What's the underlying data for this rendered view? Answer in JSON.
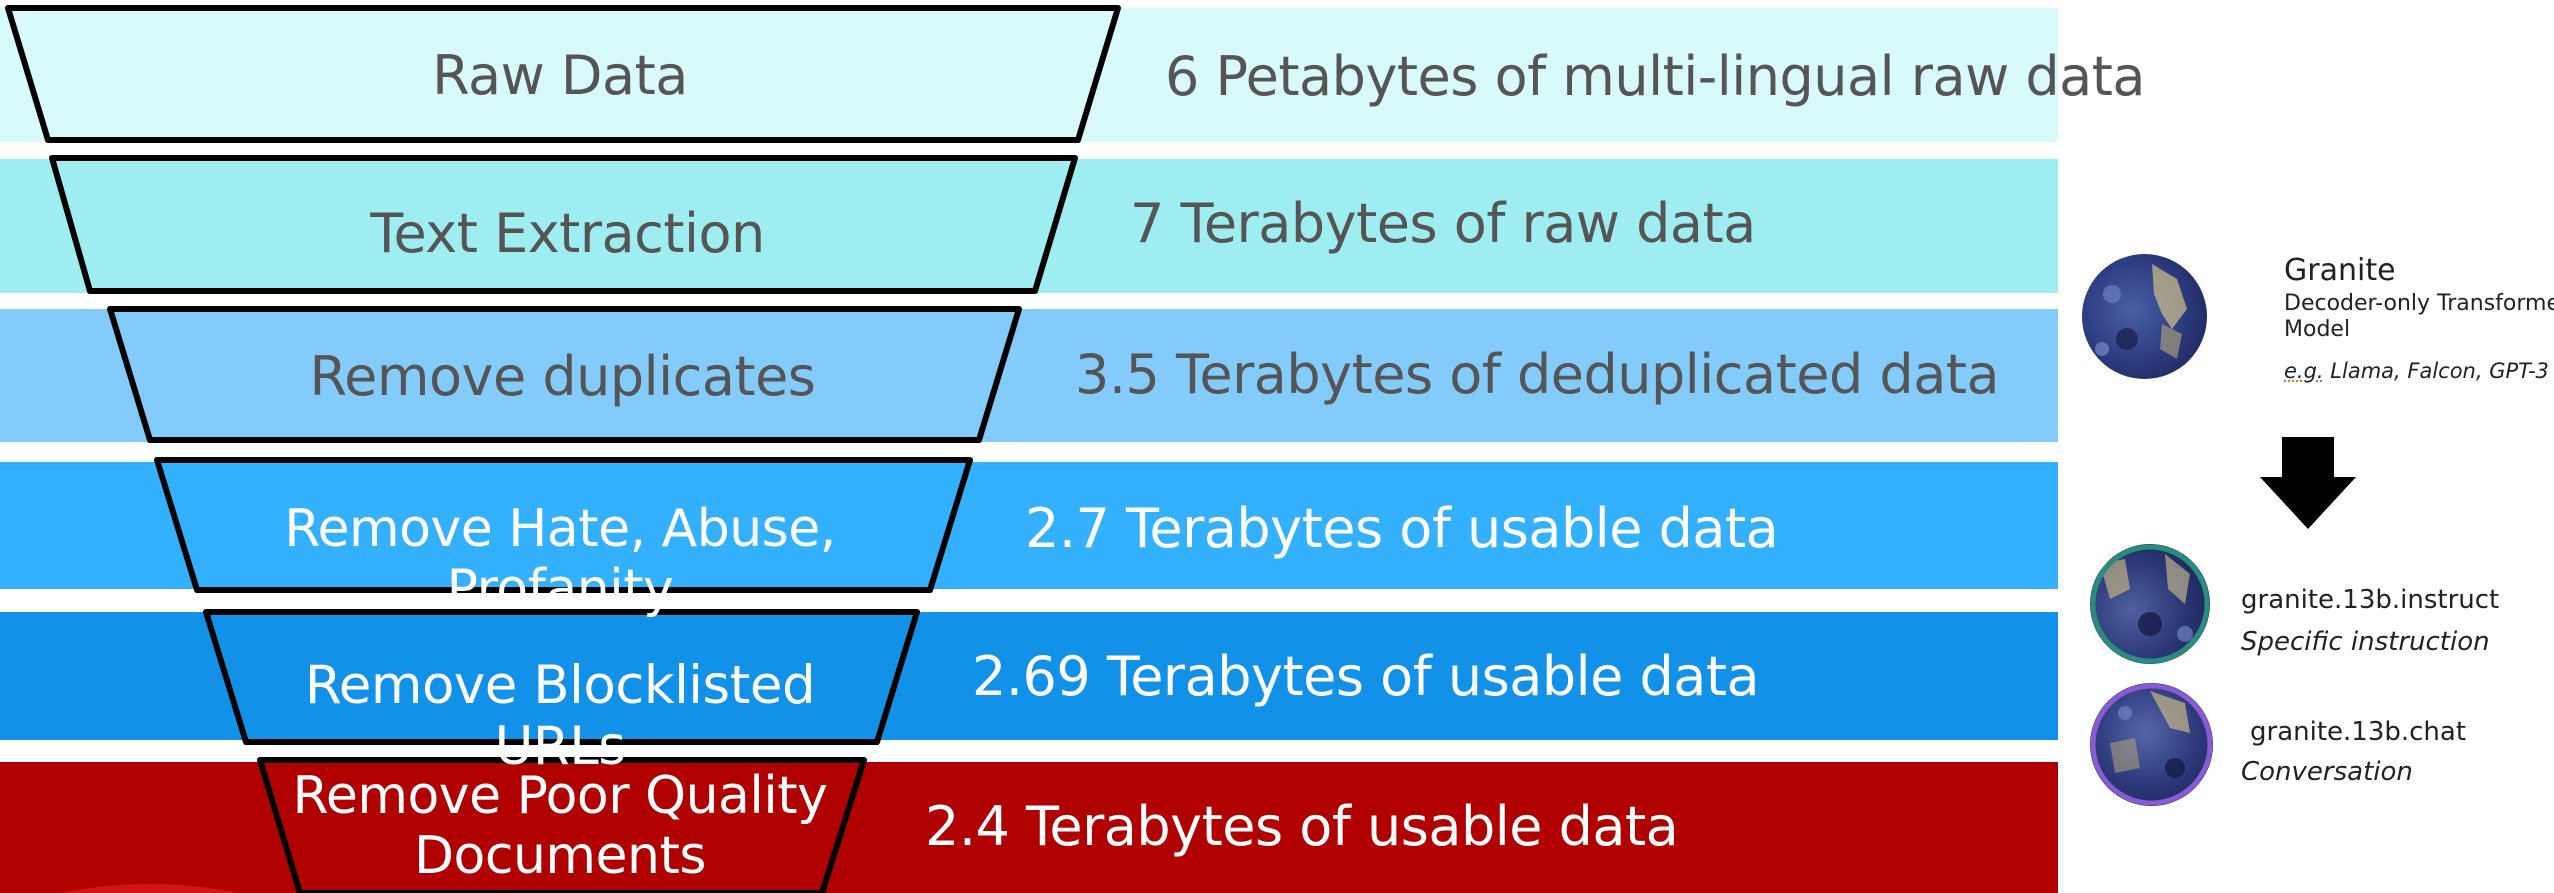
{
  "stages": [
    {
      "label": "Raw Data",
      "amount": "6 Petabytes of multi-lingual raw data",
      "band_color": "#d9fafb",
      "funnel_color": "#d9fafb",
      "text_color": "#555555"
    },
    {
      "label": "Text Extraction",
      "amount": "7 Terabytes of raw data",
      "band_color": "#9eedf0",
      "funnel_color": "#9eedf0",
      "text_color": "#555555"
    },
    {
      "label": "Remove duplicates",
      "amount": "3.5 Terabytes of deduplicated data",
      "band_color": "#82cbfb",
      "funnel_color": "#82cbfb",
      "text_color": "#555555"
    },
    {
      "label": "Remove Hate, Abuse, Profanity",
      "amount": "2.7 Terabytes of usable data",
      "band_color": "#33b1ff",
      "funnel_color": "#33b1ff",
      "text_color": "#ffffff"
    },
    {
      "label": "Remove Blocklisted URLs",
      "amount": "2.69 Terabytes of usable data",
      "band_color": "#1192e8",
      "funnel_color": "#1192e8",
      "text_color": "#ffffff"
    },
    {
      "label": "Remove Poor Quality Documents",
      "label_lines": [
        "Remove Poor Quality",
        "Documents"
      ],
      "amount": "2.4 Terabytes of usable data",
      "band_color": "#b10000",
      "funnel_color": "#b10000",
      "text_color": "#ffffff"
    }
  ],
  "base_model": {
    "name": "Granite",
    "description_lines": [
      "Decoder-only Transformer",
      "Model"
    ],
    "example_prefix": "e.g.",
    "example": "Llama, Falcon, GPT-3"
  },
  "arrow_icon": "arrow-down-icon",
  "variants": [
    {
      "name": "granite.13b.instruct",
      "subtitle": "Specific instruction",
      "ring_color": "#2a8c7e"
    },
    {
      "name": "granite.13b.chat",
      "subtitle": "Conversation",
      "ring_color": "#8a5bd1"
    }
  ]
}
